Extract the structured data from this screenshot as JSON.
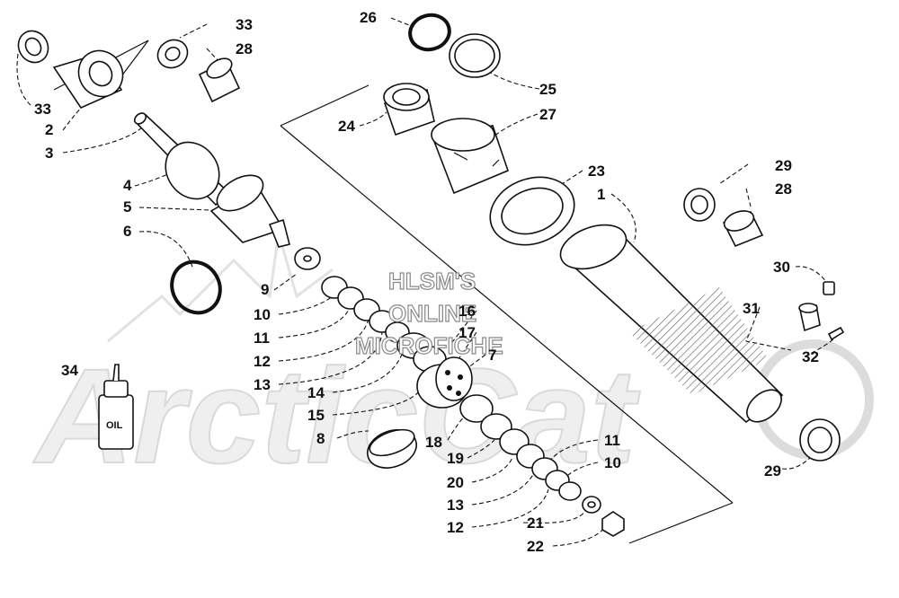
{
  "watermark": {
    "line1": "HLSM'S",
    "line2": "ONLINE",
    "line3": "MICROFICHE",
    "logo": "ArcticCat"
  },
  "bottle_label": "OIL",
  "callouts": [
    {
      "id": "c33a",
      "text": "33"
    },
    {
      "id": "c28a",
      "text": "28"
    },
    {
      "id": "c33b",
      "text": "33"
    },
    {
      "id": "c2",
      "text": "2"
    },
    {
      "id": "c3",
      "text": "3"
    },
    {
      "id": "c4",
      "text": "4"
    },
    {
      "id": "c5",
      "text": "5"
    },
    {
      "id": "c6",
      "text": "6"
    },
    {
      "id": "c9",
      "text": "9"
    },
    {
      "id": "c10a",
      "text": "10"
    },
    {
      "id": "c11a",
      "text": "11"
    },
    {
      "id": "c12a",
      "text": "12"
    },
    {
      "id": "c13a",
      "text": "13"
    },
    {
      "id": "c14",
      "text": "14"
    },
    {
      "id": "c15",
      "text": "15"
    },
    {
      "id": "c8",
      "text": "8"
    },
    {
      "id": "c34",
      "text": "34"
    },
    {
      "id": "c26",
      "text": "26"
    },
    {
      "id": "c25",
      "text": "25"
    },
    {
      "id": "c24",
      "text": "24"
    },
    {
      "id": "c27",
      "text": "27"
    },
    {
      "id": "c23",
      "text": "23"
    },
    {
      "id": "c1",
      "text": "1"
    },
    {
      "id": "c29a",
      "text": "29"
    },
    {
      "id": "c28b",
      "text": "28"
    },
    {
      "id": "c30",
      "text": "30"
    },
    {
      "id": "c31",
      "text": "31"
    },
    {
      "id": "c32",
      "text": "32"
    },
    {
      "id": "c16",
      "text": "16"
    },
    {
      "id": "c17",
      "text": "17"
    },
    {
      "id": "c7",
      "text": "7"
    },
    {
      "id": "c18",
      "text": "18"
    },
    {
      "id": "c19",
      "text": "19"
    },
    {
      "id": "c20",
      "text": "20"
    },
    {
      "id": "c13b",
      "text": "13"
    },
    {
      "id": "c12b",
      "text": "12"
    },
    {
      "id": "c11b",
      "text": "11"
    },
    {
      "id": "c10b",
      "text": "10"
    },
    {
      "id": "c21",
      "text": "21"
    },
    {
      "id": "c22",
      "text": "22"
    },
    {
      "id": "c29b",
      "text": "29"
    }
  ]
}
